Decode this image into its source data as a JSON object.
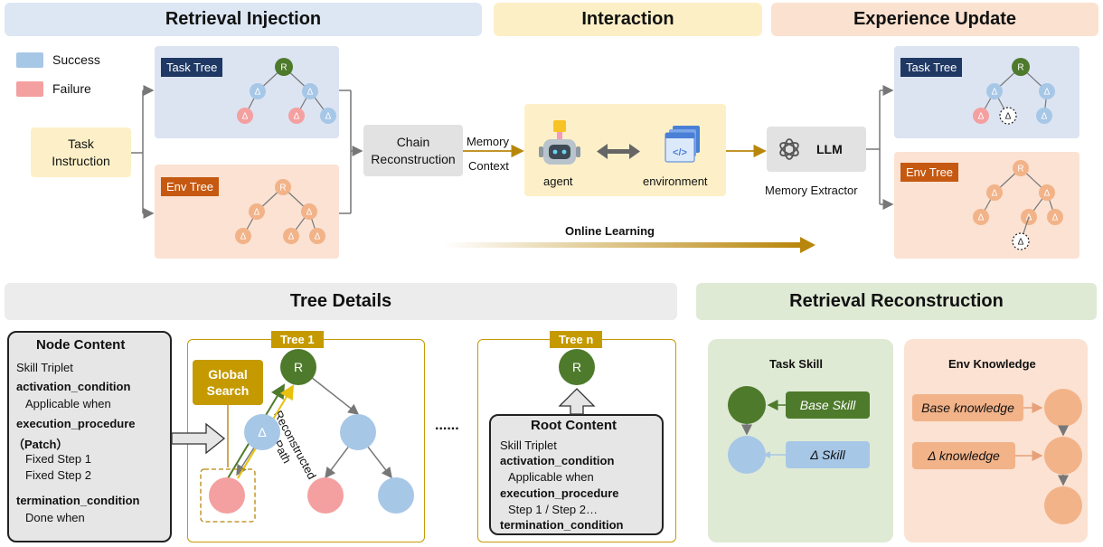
{
  "headers": {
    "retrieval_injection": "Retrieval Injection",
    "interaction": "Interaction",
    "experience_update": "Experience Update",
    "tree_details": "Tree Details",
    "retrieval_reconstruction": "Retrieval Reconstruction"
  },
  "legend": {
    "success": "Success",
    "failure": "Failure"
  },
  "task_instruction": "Task\nInstruction",
  "task_tree": "Task Tree",
  "env_tree": "Env Tree",
  "node_root": "R",
  "node_delta": "Δ",
  "chain_reconstruction": "Chain\nReconstruction",
  "memory_context": {
    "line1": "Memory",
    "line2": "Context"
  },
  "agent": "agent",
  "environment": "environment",
  "llm": "LLM",
  "memory_extractor": "Memory Extractor",
  "online_learning": "Online Learning",
  "node_content": {
    "title": "Node Content",
    "triplet": "Skill Triplet",
    "activation": "activation_condition",
    "activation_desc": "Applicable when",
    "execution": "execution_procedure",
    "patch": "（Patch）",
    "step1": "Fixed Step 1",
    "step2": "Fixed Step 2",
    "termination": "termination_condition",
    "termination_desc": "Done when"
  },
  "tree1": "Tree 1",
  "treen": "Tree n",
  "global_search": "Global\nSearch",
  "reconstructed_path": "Reconstructed\nPath",
  "ellipsis": "......",
  "root_content": {
    "title": "Root Content",
    "triplet": "Skill Triplet",
    "activation": "activation_condition",
    "activation_desc": "Applicable when",
    "execution": "execution_procedure",
    "steps": "Step 1 / Step 2…",
    "termination": "termination_condition"
  },
  "task_skill": {
    "title": "Task Skill",
    "base": "Base Skill",
    "delta": "Δ Skill"
  },
  "env_knowledge": {
    "title": "Env Knowledge",
    "base": "Base knowledge",
    "delta": "Δ knowledge"
  },
  "colors": {
    "success": "#a7c7e7",
    "failure": "#f4a0a0",
    "root_green": "#4e7a2c",
    "env_orange": "#f2b389",
    "navy": "#1f3864",
    "orange_tag": "#c65911",
    "gold": "#c59a00"
  }
}
